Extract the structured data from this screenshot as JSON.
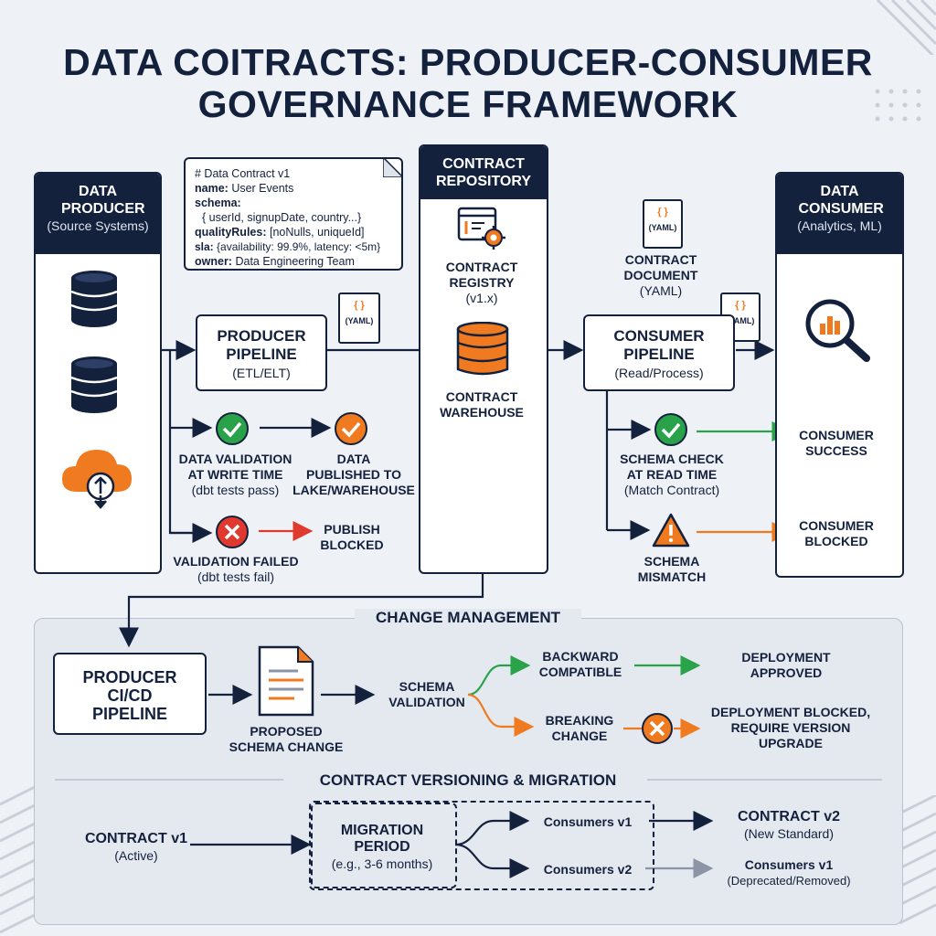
{
  "title": {
    "line1": "DATA COITRACTS: PRODUCER-CONSUMER",
    "line2": "GOVERNANCE FRAMEWORK"
  },
  "producer_column": {
    "title": "DATA PRODUCER",
    "subtitle": "(Source Systems)"
  },
  "repository_column": {
    "title_line1": "CONTRACT",
    "title_line2": "REPOSITORY",
    "registry_line1": "CONTRACT",
    "registry_line2": "REGISTRY",
    "registry_version": "(v1.x)",
    "warehouse_line1": "CONTRACT",
    "warehouse_line2": "WAREHOUSE"
  },
  "consumer_column": {
    "title": "DATA CONSUMER",
    "subtitle": "(Analytics, ML)"
  },
  "contract_note": {
    "comment": "# Data Contract v1",
    "name_key": "name:",
    "name_value": "User Events",
    "schema_key": "schema:",
    "schema_value": "{ userId, signupDate, country...}",
    "quality_key": "qualityRules:",
    "quality_value": "[noNulls, uniqueId]",
    "sla_key": "sla:",
    "sla_value": "{availability: 99.9%, latency: <5m}",
    "owner_key": "owner:",
    "owner_value": "Data Engineering Team"
  },
  "yaml_tag": "(YAML)",
  "yaml_brace": "{ }",
  "producer_pipeline": {
    "title_line1": "PRODUCER",
    "title_line2": "PIPELINE",
    "subtitle": "(ETL/ELT)"
  },
  "consumer_pipeline": {
    "title_line1": "CONSUMER",
    "title_line2": "PIPELINE",
    "subtitle": "(Read/Process)"
  },
  "contract_document": {
    "line1": "CONTRACT",
    "line2": "DOCUMENT",
    "line3": "(YAML)"
  },
  "validation_write": {
    "line1": "DATA VALIDATION",
    "line2": "AT WRITE TIME",
    "sub": "(dbt tests pass)"
  },
  "data_published": {
    "line1": "DATA",
    "line2": "PUBLISHED TO",
    "line3": "LAKE/WAREHOUSE"
  },
  "validation_failed": {
    "line1": "VALIDATION FAILED",
    "sub": "(dbt tests fail)"
  },
  "publish_blocked": {
    "line1": "PUBLISH",
    "line2": "BLOCKED"
  },
  "schema_check": {
    "line1": "SCHEMA CHECK",
    "line2": "AT READ TIME",
    "sub": "(Match Contract)"
  },
  "schema_mismatch": {
    "line1": "SCHEMA",
    "line2": "MISMATCH"
  },
  "consumer_success": {
    "line1": "CONSUMER",
    "line2": "SUCCESS"
  },
  "consumer_blocked": {
    "line1": "CONSUMER",
    "line2": "BLOCKED"
  },
  "change_management": {
    "title": "CHANGE MANAGEMENT",
    "cicd_line1": "PRODUCER",
    "cicd_line2": "CI/CD",
    "cicd_line3": "PIPELINE",
    "proposed_line1": "PROPOSED",
    "proposed_line2": "SCHEMA CHANGE",
    "validation_line1": "SCHEMA",
    "validation_line2": "VALIDATION",
    "backward_line1": "BACKWARD",
    "backward_line2": "COMPATIBLE",
    "breaking_line1": "BREAKING",
    "breaking_line2": "CHANGE",
    "approved_line1": "DEPLOYMENT",
    "approved_line2": "APPROVED",
    "blocked_line1": "DEPLOYMENT BLOCKED,",
    "blocked_line2": "REQUIRE VERSION",
    "blocked_line3": "UPGRADE"
  },
  "versioning": {
    "title": "CONTRACT VERSIONING & MIGRATION",
    "v1_title": "CONTRACT v1",
    "v1_sub": "(Active)",
    "migration_line1": "MIGRATION",
    "migration_line2": "PERIOD",
    "migration_sub": "(e.g., 3-6 months)",
    "consumers_v1": "Consumers v1",
    "consumers_v2": "Consumers v2",
    "v2_title": "CONTRACT v2",
    "v2_sub": "(New Standard)",
    "deprecated_title": "Consumers v1",
    "deprecated_sub": "(Deprecated/Removed)"
  },
  "colors": {
    "navy": "#14213d",
    "orange": "#f07a1f",
    "green": "#2aa24a",
    "red": "#e03a2f",
    "gray": "#8c95a6"
  },
  "icons": [
    "database-icon",
    "cloud-upload-icon",
    "registry-gear-icon",
    "check-circle-icon",
    "x-circle-icon",
    "warning-triangle-icon",
    "analytics-magnifier-icon",
    "yaml-document-icon",
    "schema-document-icon"
  ]
}
